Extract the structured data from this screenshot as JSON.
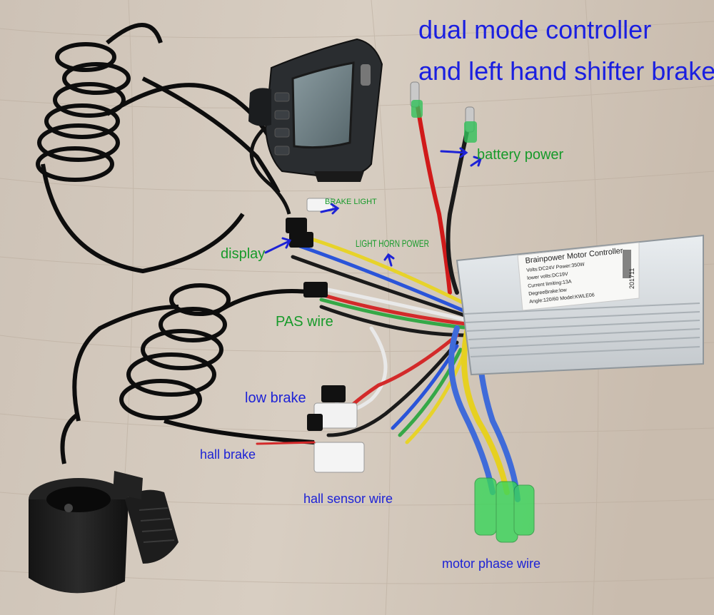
{
  "labels": {
    "title_line1": "dual mode controller",
    "title_line2": "and left hand shifter brake",
    "battery_power": "battery power",
    "brake_light": "BRAKE LIGHT",
    "light_horn_power": "LIGHT HORN POWER",
    "display": "display",
    "pas_wire": "PAS wire",
    "low_brake": "low brake",
    "hall_brake": "hall brake",
    "hall_sensor_wire": "hall sensor wire",
    "motor_phase_wire": "motor phase wire"
  },
  "controller_plate": {
    "heading": "Brainpower Motor Controller",
    "line1": "Volts:DC24V    Power:350W",
    "line2": "lower volts:DC19V",
    "line3": "Current limiting:13A",
    "line4": "DegreeBrake:low",
    "line5": "Angle:120/60   Model:KWLE06",
    "serial": "201711"
  },
  "colors": {
    "title": "#1a1fe0",
    "label_blue": "#1d22d6",
    "label_green": "#179a2a",
    "arrow": "#1d22d6"
  },
  "icons": {
    "arrow": "arrow-icon"
  }
}
